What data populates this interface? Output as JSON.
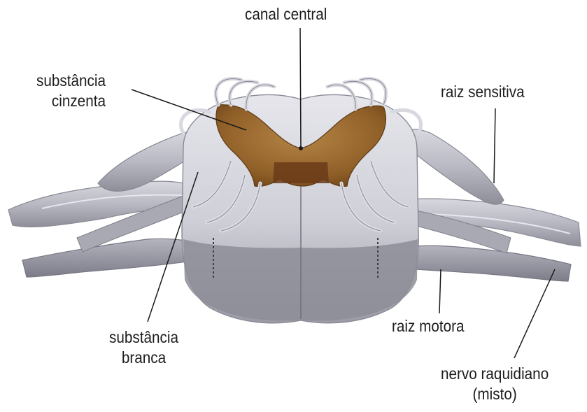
{
  "labels": {
    "canal_central": "canal central",
    "substancia_cinzenta": [
      "substância",
      "cinzenta"
    ],
    "raiz_sensitiva": "raiz sensitiva",
    "substancia_branca": [
      "substância",
      "branca"
    ],
    "raiz_motora": "raiz motora",
    "nervo_raquidiano": [
      "nervo raquidiano",
      "(misto)"
    ]
  },
  "colors": {
    "white_matter": "#d6d6de",
    "gray_matter": "#9c6a2e",
    "nerve": "#bdbdc6",
    "leader_line": "#1a1a1a"
  }
}
